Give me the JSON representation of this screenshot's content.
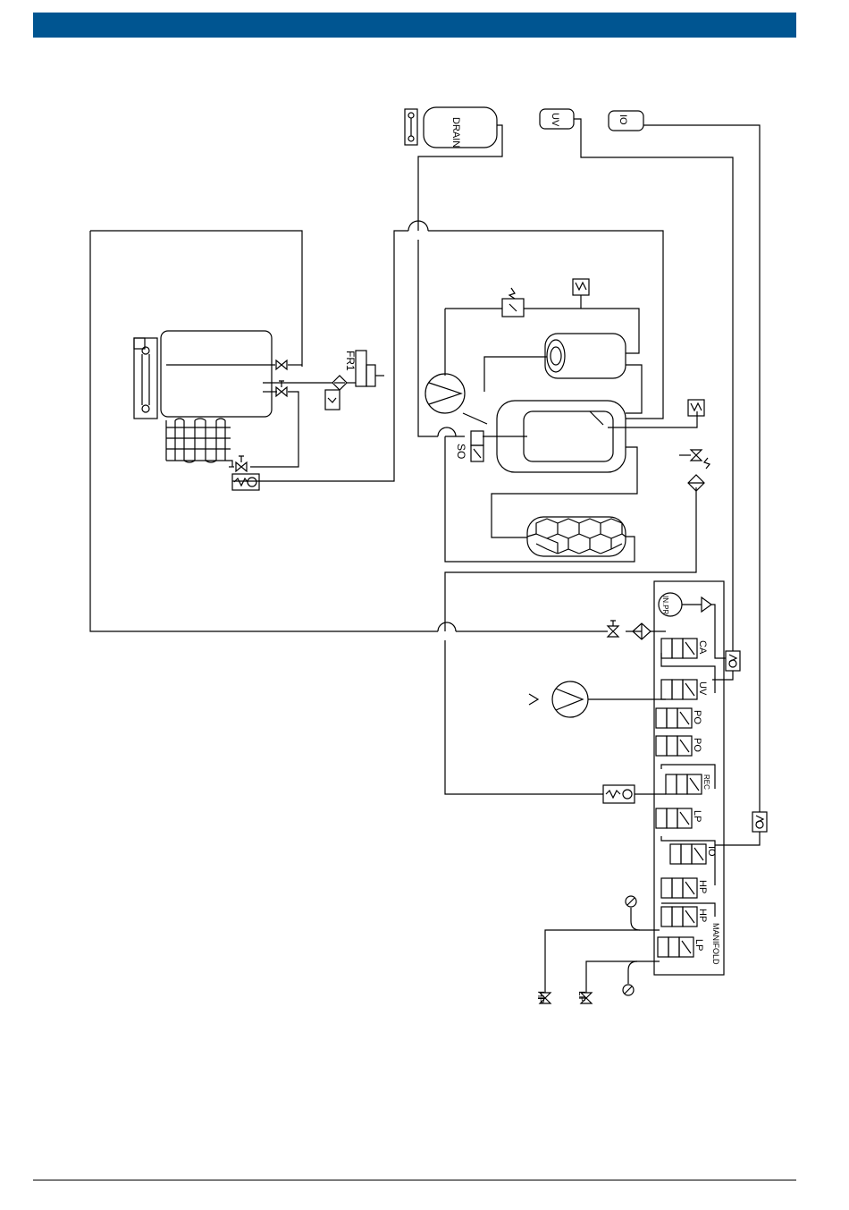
{
  "colors": {
    "header": "#005591",
    "line": "#000000"
  },
  "labels": {
    "drain": "DRAIN",
    "uv_tank": "UV",
    "io_tank": "IO",
    "fr1": "FR1",
    "so": "SO",
    "in_pr": "IN.PR",
    "manifold": "MANIFOLD",
    "valve_ca": "CA",
    "valve_uv": "UV",
    "valve_po1": "PO",
    "valve_po2": "PO",
    "valve_rec": "REC",
    "valve_lp1": "LP",
    "valve_io": "IO",
    "valve_hp1": "HP",
    "valve_hp2": "HP",
    "valve_lp2": "LP",
    "service_hp": "HP",
    "service_lp": "LP"
  }
}
